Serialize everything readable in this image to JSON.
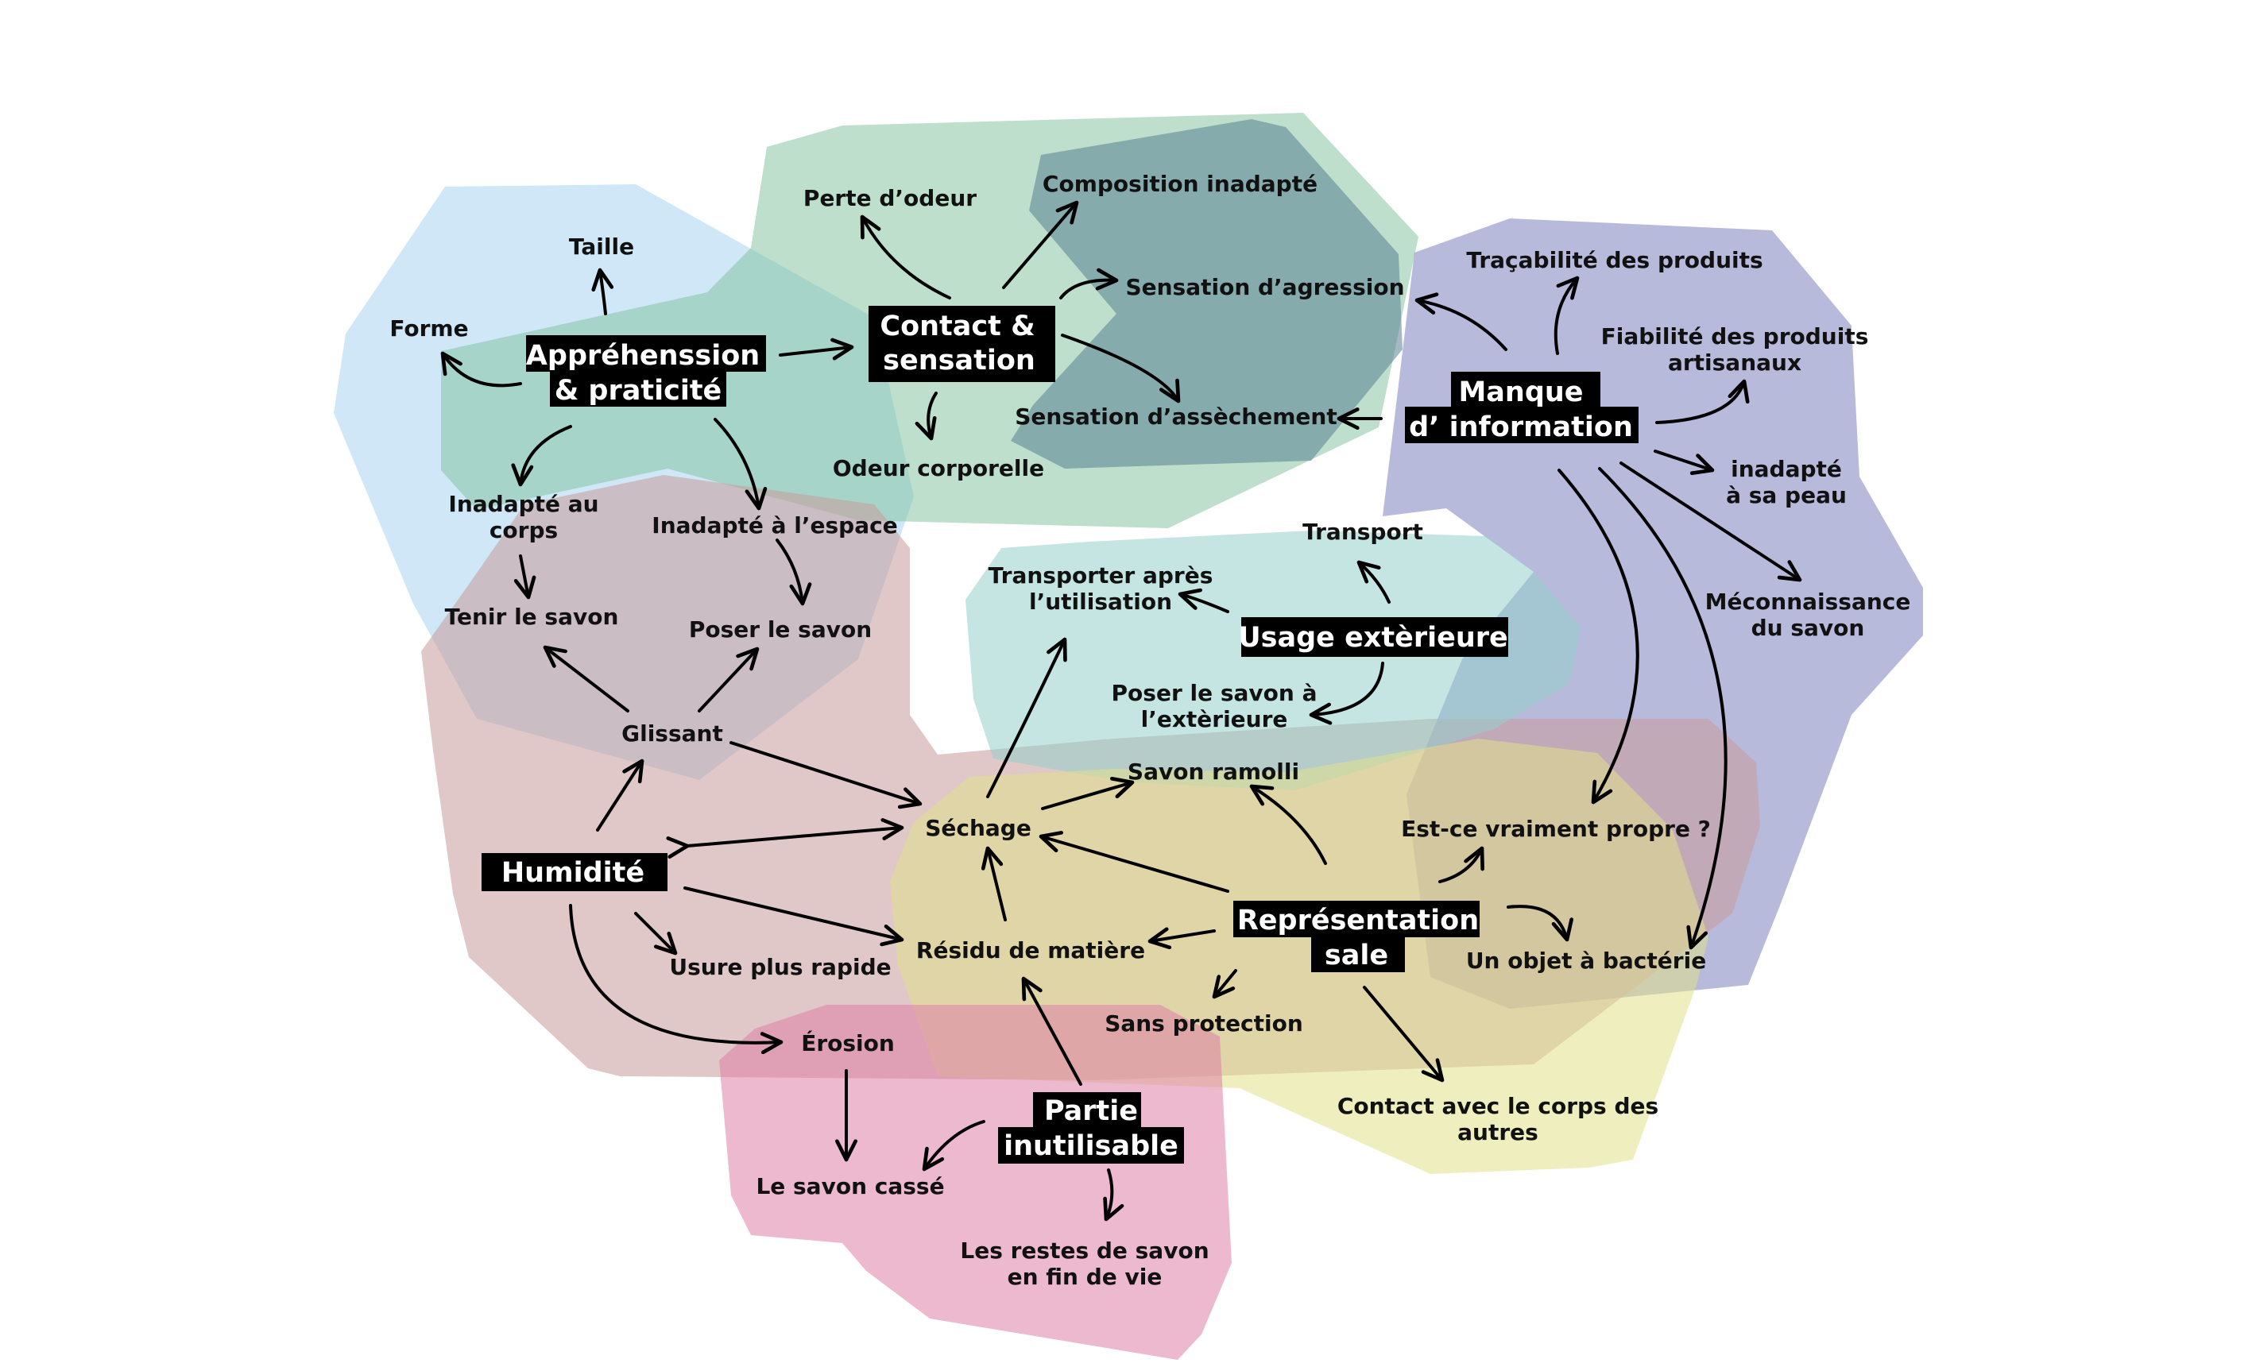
{
  "clusters": [
    {
      "id": "bleu",
      "color": "#a7d3ee"
    },
    {
      "id": "vert",
      "color": "#86c5a3"
    },
    {
      "id": "gris",
      "color": "#5a7f93"
    },
    {
      "id": "violet",
      "color": "#7e82bd"
    },
    {
      "id": "brun",
      "color": "#c99b9b"
    },
    {
      "id": "turquoise",
      "color": "#93cfca"
    },
    {
      "id": "jaune",
      "color": "#e0e08a"
    },
    {
      "id": "rose",
      "color": "#de7fa7"
    }
  ],
  "hubs": {
    "apprehension": [
      "Appréhenssion",
      "& praticité"
    ],
    "contact": [
      "Contact &",
      "sensation"
    ],
    "manque": [
      "Manque",
      "d’ information"
    ],
    "usage": [
      "Usage extèrieure"
    ],
    "humidite": [
      "Humidité"
    ],
    "representation": [
      "Représentation",
      "sale"
    ],
    "partie": [
      "Partie",
      "inutilisable"
    ]
  },
  "labels": {
    "taille": [
      "Taille"
    ],
    "forme": [
      "Forme"
    ],
    "inadapte_corps": [
      "Inadapté au",
      "corps"
    ],
    "inadapte_espace": [
      "Inadapté à l’espace"
    ],
    "tenir": [
      "Tenir le savon"
    ],
    "poser": [
      "Poser le savon"
    ],
    "glissant": [
      "Glissant"
    ],
    "perte_odeur": [
      "Perte d’odeur"
    ],
    "composition": [
      "Composition inadapté"
    ],
    "agression": [
      "Sensation d’agression"
    ],
    "assechement": [
      "Sensation d’assèchement"
    ],
    "odeur": [
      "Odeur corporelle"
    ],
    "tracabilite": [
      "Traçabilité des produits"
    ],
    "fiabilite": [
      "Fiabilité des produits",
      "artisanaux"
    ],
    "inadapte_peau": [
      "inadapté",
      "à sa peau"
    ],
    "meconnaissance": [
      "Méconnaissance",
      "du savon"
    ],
    "transport": [
      "Transport"
    ],
    "transporter": [
      "Transporter après",
      "l’utilisation"
    ],
    "poser_ext": [
      "Poser le savon à",
      "l’extèrieure"
    ],
    "savon_ramolli": [
      "Savon ramolli"
    ],
    "sechage": [
      "Séchage"
    ],
    "residu": [
      "Résidu de matière"
    ],
    "usure": [
      "Usure plus rapide"
    ],
    "erosion": [
      "Érosion"
    ],
    "casse": [
      "Le savon cassé"
    ],
    "restes": [
      "Les restes de savon",
      "en fin de vie"
    ],
    "sans_protection": [
      "Sans protection"
    ],
    "contact_corps": [
      "Contact avec le corps des",
      "autres"
    ],
    "propre": [
      "Est-ce vraiment propre ?"
    ],
    "bacterie": [
      "Un objet à bactérie"
    ]
  }
}
